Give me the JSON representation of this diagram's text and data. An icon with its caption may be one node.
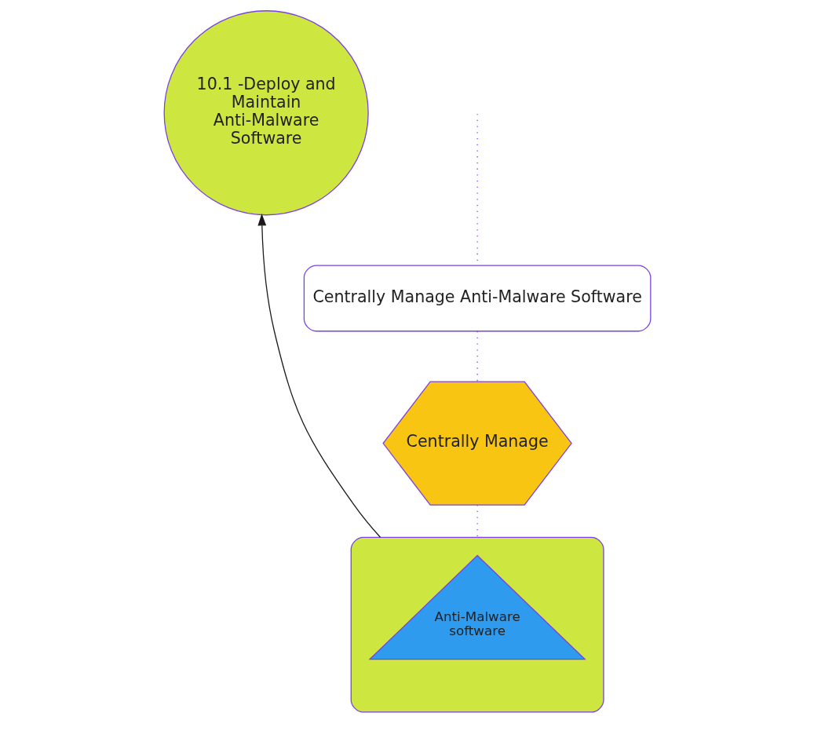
{
  "diagram": {
    "nodes": [
      {
        "text": [
          "Centrally Manage Anti-Malware Software"
        ]
      },
      {
        "text": [
          "Centrally Manage"
        ]
      },
      {
        "text": [
          "10.1 -Deploy and Maintain Anti-Malware Software"
        ]
      },
      {
        "text": [],
        "shape": "box"
      },
      {
        "text": [
          "Anti-Malware software"
        ],
        "in": 3
      }
    ],
    "edges": [
      {
        "from": null,
        "to": 0,
        "arrow": "none",
        "style": "dashed"
      },
      {
        "from": 0,
        "to": 1,
        "arrow": "none",
        "style": "dashed"
      },
      {
        "from": 1,
        "to": 3,
        "arrow": "none",
        "style": "dashed"
      },
      {
        "from": 3,
        "to": 2,
        "arrow": "to",
        "color": "#1a1a1a"
      }
    ]
  }
}
